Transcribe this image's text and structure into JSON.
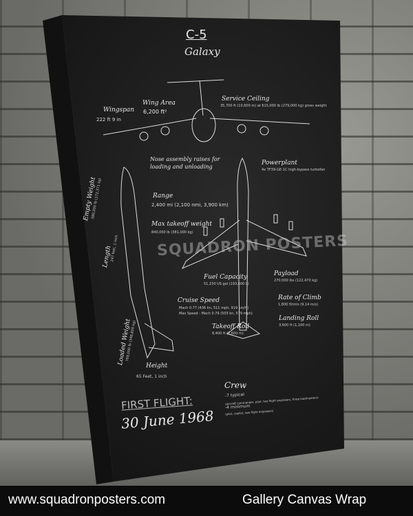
{
  "poster": {
    "title": "C-5",
    "subtitle": "Galaxy",
    "specs": {
      "wingspan_label": "Wingspan",
      "wingspan_value": "222 ft 9 in",
      "wing_area_label": "Wing Area",
      "wing_area_value": "6,200 ft²",
      "service_ceiling_label": "Service Ceiling",
      "service_ceiling_value": "35,700 ft (10,600 m) at 615,000 lb (279,000 kg) gross weight",
      "nose_note": "Nose assembly raises for loading and unloading",
      "powerplant_label": "Powerplant",
      "powerplant_value": "4x TF39-GE-1C high-bypass turbofan",
      "empty_weight_label": "Empty Weight",
      "empty_weight_value": "380,000 lb (172,371 kg)",
      "length_label": "Length",
      "length_value": "247 feet, 1 inch",
      "loaded_weight_label": "Loaded Weight",
      "loaded_weight_value": "769,000 lb (348,800 kg)",
      "range_label": "Range",
      "range_value": "2,400 mi (2,100 nmi, 3,900 km)",
      "max_takeoff_label": "Max takeoff weight",
      "max_takeoff_value": "840,000 lb (381,000 kg)",
      "fuel_label": "Fuel Capacity",
      "fuel_value": "51,150 US gal (193,600 L)",
      "cruise_label": "Cruise Speed",
      "cruise_value": "Mach 0.77 (436 kn, 511 mph, 919 km/h)",
      "max_speed_value": "Max Speed - Mach 0.79 (503 kn, 579 mph)",
      "takeoff_roll_label": "Takeoff Roll",
      "takeoff_roll_value": "8,400 ft (2,600 m)",
      "payload_label": "Payload",
      "payload_value": "270,000 lbs (122,470 kg)",
      "climb_label": "Rate of Climb",
      "climb_value": "1,800 ft/min (9.14 m/s)",
      "landing_roll_label": "Landing Roll",
      "landing_roll_value": "3,600 ft (1,100 m)",
      "height_label": "Height",
      "height_value": "65 Feet, 1 inch"
    },
    "first_flight_label": "FIRST FLIGHT:",
    "first_flight_date": "30 June 1968",
    "crew_label": "Crew",
    "crew_typical": "-7 typical",
    "crew_typical_detail": "(aircraft commander, pilot, two flight engineers, three loadmasters)",
    "crew_minimum": "-4 minimum",
    "crew_minimum_detail": "(pilot, copilot, two flight engineers)",
    "watermark": "SQUADRON POSTERS"
  },
  "footer": {
    "website": "www.squadronposters.com",
    "product": "Gallery Canvas Wrap"
  }
}
